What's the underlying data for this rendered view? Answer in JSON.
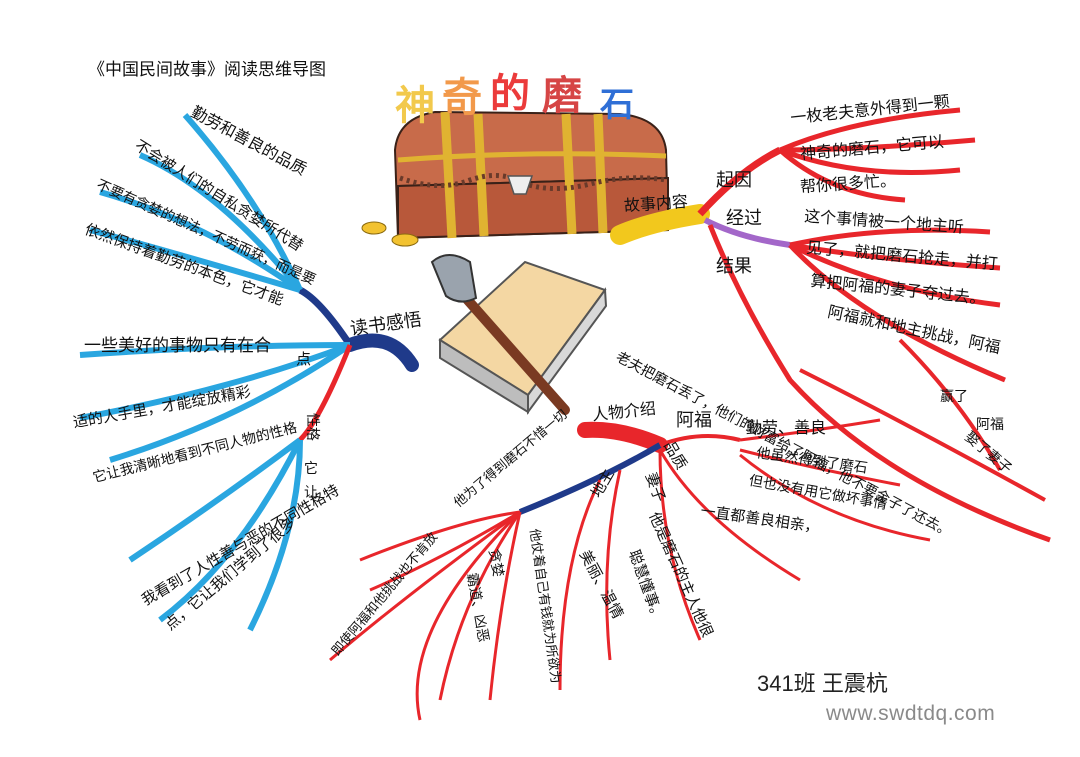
{
  "header": {
    "book_title": "《中国民间故事》阅读思维导图",
    "title_chars": [
      {
        "char": "神",
        "color": "#f2c94c"
      },
      {
        "char": "奇",
        "color": "#f2994a"
      },
      {
        "char": "的",
        "color": "#eb3b3b"
      },
      {
        "char": "磨",
        "color": "#d64545"
      },
      {
        "char": "石",
        "color": "#2f6fd6"
      }
    ]
  },
  "branches": {
    "story": {
      "label": "故事内容",
      "color": "#e8262b",
      "sub": {
        "qiyin": {
          "label": "起因",
          "lines": [
            "一枚老夫意外得到一颗",
            "神奇的磨石，它可以",
            "帮你很多忙。"
          ]
        },
        "jingguo": {
          "label": "经过",
          "lines": [
            "这个事情被一个地主听",
            "见了，就把磨石抢走，并打",
            "算把阿福的妻子夺过去。",
            "阿福就和地主挑战，阿福"
          ]
        },
        "jieguo": {
          "label": "结果",
          "lines": [
            "老夫把磨石丢了，他们的财富给了阿福，他不要金子了还去。"
          ],
          "tail": [
            "赢了",
            "阿福",
            "娶了妻子"
          ]
        }
      }
    },
    "characters": {
      "label": "人物介绍",
      "color": "#1f3a8a",
      "afu": {
        "label": "阿福",
        "traits_label": "品质",
        "lines": [
          "勤劳、善良",
          "他虽然得到了磨石",
          "但也没有用它做坏事情"
        ],
        "extra": [
          "一直都善良相亲，"
        ]
      },
      "wife": {
        "label": "妻子",
        "lines": [
          "美丽、温情",
          "他是磨石的主人他很",
          "聪慧懂事。"
        ]
      },
      "landlord": {
        "label": "地主",
        "lines": [
          "贪婪",
          "霸道、凶恶",
          "他仗着自己有钱就为所欲为",
          "他为了得到磨石不惜一切",
          "即使阿福和他挑战也不肯放"
        ]
      }
    },
    "thoughts": {
      "label": "读书感悟",
      "color": "#2aa6e0",
      "lines": [
        "勤劳和善良的品质",
        "不会被人们的自私贪婪所代替",
        "不要有贪婪的想法，不劳而获，而是要",
        "依然保持着勤劳的本色，它才能",
        "一些美好的事物只有在合",
        "适的人手里，才能绽放精彩",
        "它让我清晰地看到不同人物的性格",
        "我看到了人性善与恶的不同性格特",
        "点，它让我们学到了很多"
      ],
      "side": [
        "点",
        "性格",
        "它",
        "让"
      ]
    }
  },
  "footer": {
    "class_name": "341班    王震杭",
    "watermark": "www.swdtdq.com"
  }
}
